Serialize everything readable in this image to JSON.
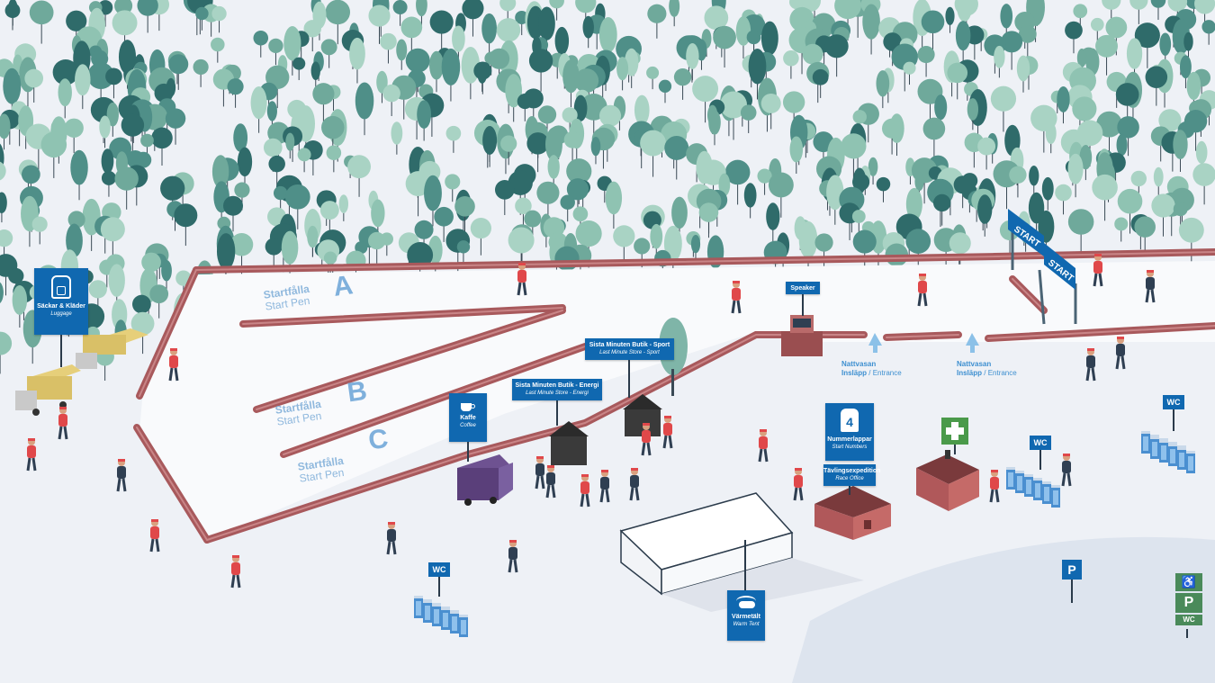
{
  "colors": {
    "fence": "#a8595c",
    "snow": "#f7f8fb",
    "sign": "#1068b0",
    "pen_text": "#7fb0dc",
    "tree_light": "#8fc3b2",
    "tree_dark": "#2f6b6a",
    "van": "#5a3f7a",
    "cross": "#4a9a4a"
  },
  "start_banner": {
    "label1": "START",
    "label2": "START"
  },
  "pens": [
    {
      "title": "Startfålla",
      "subtitle": "Start Pen",
      "letter": "A"
    },
    {
      "title": "Startfålla",
      "subtitle": "Start Pen",
      "letter": "B"
    },
    {
      "title": "Startfålla",
      "subtitle": "Start Pen",
      "letter": "C"
    }
  ],
  "signs": {
    "luggage": {
      "title": "Säckar & Kläder",
      "subtitle": "Luggage",
      "icon": "backpack-icon"
    },
    "coffee": {
      "title": "Kaffe",
      "subtitle": "Coffee",
      "icon": "coffee-cup-icon"
    },
    "store_energy": {
      "title": "Sista Minuten Butik - Energi",
      "subtitle": "Last Minute Store - Energi"
    },
    "store_sport": {
      "title": "Sista Minuten Butik - Sport",
      "subtitle": "Last Minute Store - Sport"
    },
    "speaker": {
      "title": "Speaker"
    },
    "numbers": {
      "title": "Nummerlappar",
      "subtitle": "Start Numbers",
      "icon": "bib-icon",
      "bib_number": "4"
    },
    "race_office": {
      "title": "Tävlingsexpedition",
      "subtitle": "Race Office"
    },
    "warm_tent": {
      "title": "Värmetält",
      "subtitle": "Warm Tent",
      "icon": "warm-hand-icon"
    }
  },
  "entrances": [
    {
      "title": "Nattvasan",
      "line2": "Insläpp",
      "english": "Entrance"
    },
    {
      "title": "Nattvasan",
      "line2": "Insläpp",
      "english": "Entrance"
    }
  ],
  "wc_label": "WC",
  "parking_label": "P",
  "bottom_right_sign": {
    "top": "♿",
    "mid": "P",
    "bottom": "WC"
  }
}
